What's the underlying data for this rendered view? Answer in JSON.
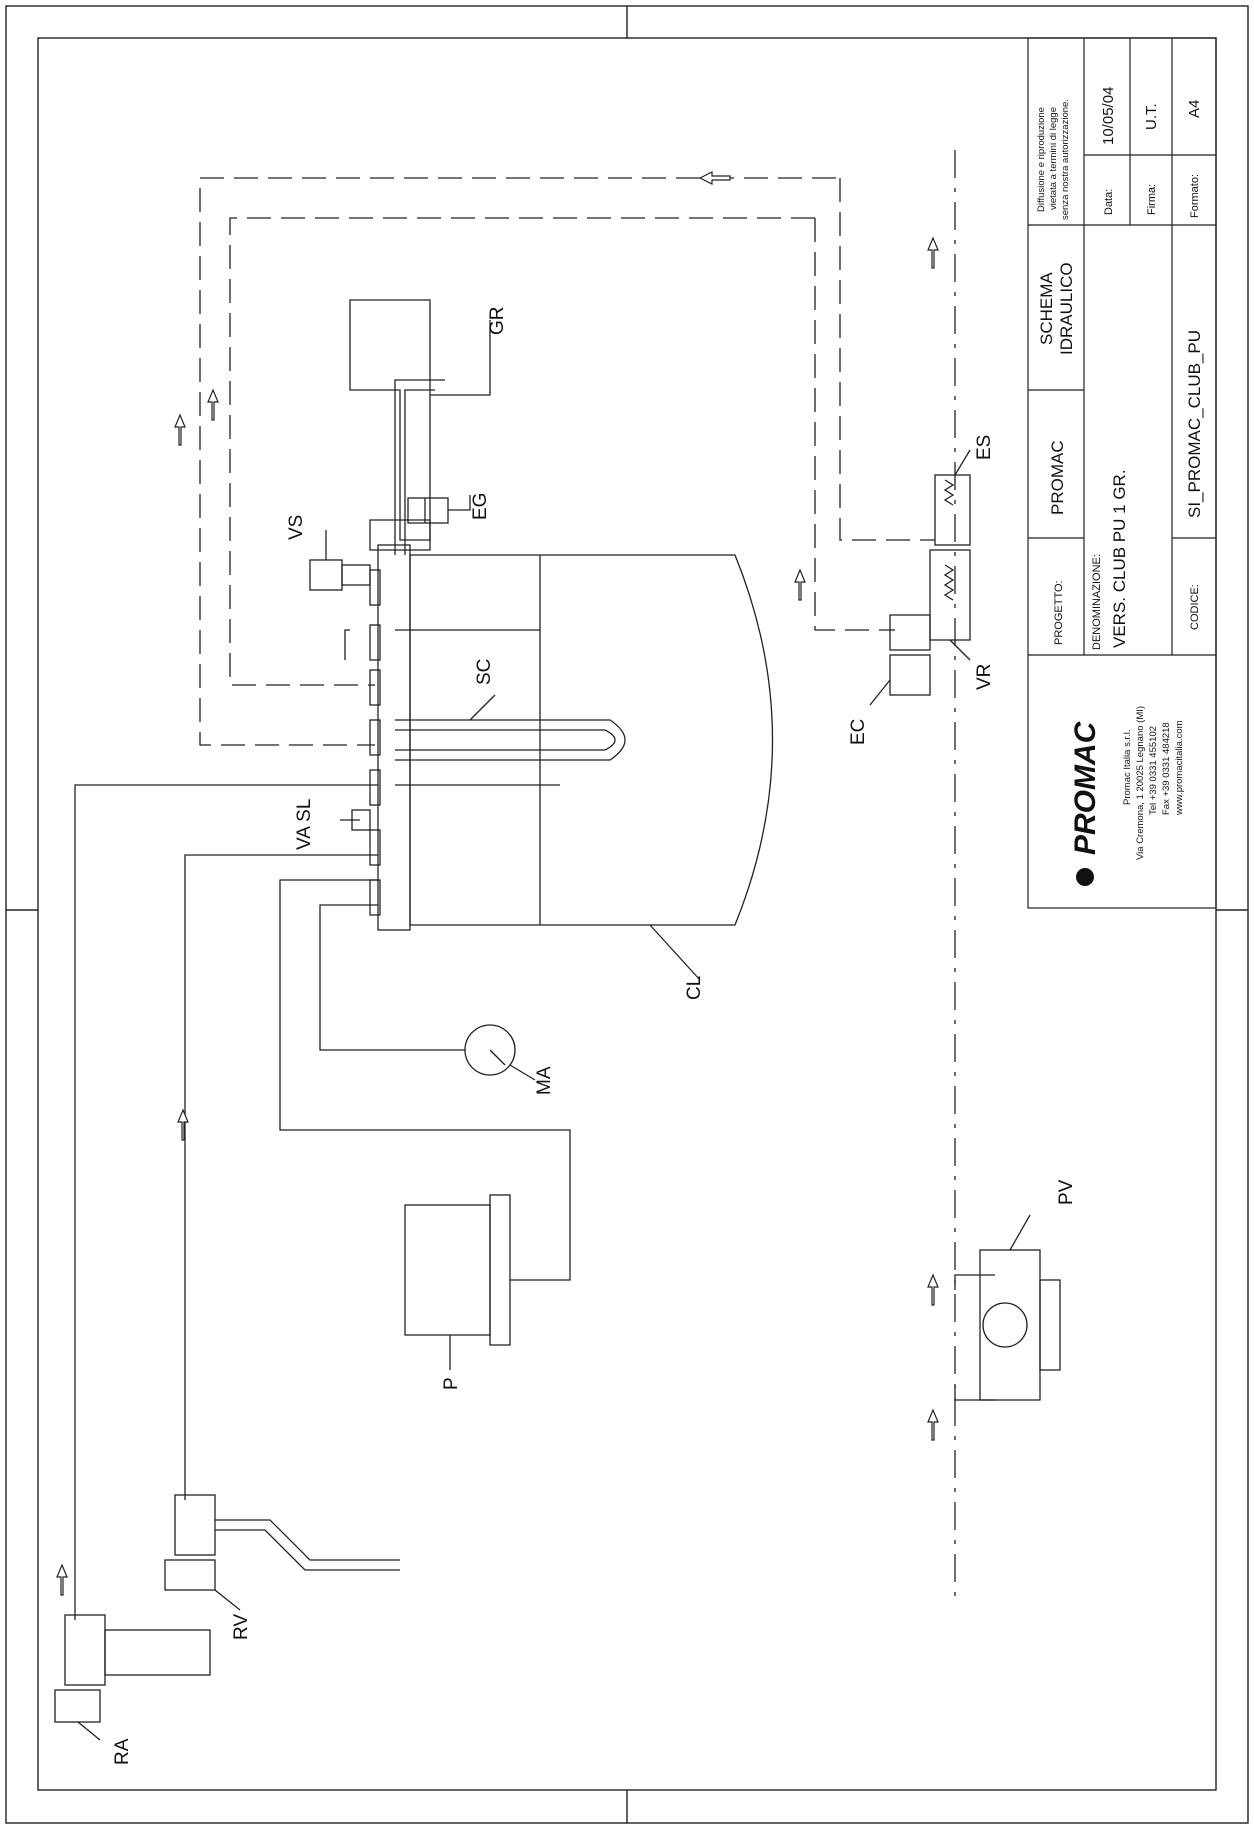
{
  "labels": {
    "gr": "GR",
    "eg": "EG",
    "vs": "VS",
    "sc": "SC",
    "va_sl": "VA SL",
    "cl": "CL",
    "ma": "MA",
    "p": "P",
    "rv": "RV",
    "ra": "RA",
    "ec": "EC",
    "vr": "VR",
    "es": "ES",
    "pv": "PV"
  },
  "title_block": {
    "notice_line1": "Diffusione e riproduzione",
    "notice_line2": "vietata a termini di legge",
    "notice_line3": "senza nostra autorizzazione.",
    "date_label": "Data:",
    "date_value": "10/05/04",
    "signature_label": "Firma:",
    "signature_value": "U.T.",
    "format_label": "Formato:",
    "format_value": "A4",
    "schema_line1": "SCHEMA",
    "schema_line2": "IDRAULICO",
    "project_label": "PROGETTO:",
    "project_value": "PROMAC",
    "name_label": "DENOMINAZIONE:",
    "name_value": "VERS.  CLUB PU 1 GR.",
    "code_label": "CODICE:",
    "code_value": "SI_PROMAC_CLUB_PU",
    "brand": "PROMAC",
    "company_line1": "Promac Italia s.r.l.",
    "company_line2": "Via Cremona, 1 20025 Legnano (MI)",
    "company_line3": "Tel +39 0331 455102",
    "company_line4": "Fax +39 0331 484218",
    "company_line5": "www.promacitalia.com"
  }
}
